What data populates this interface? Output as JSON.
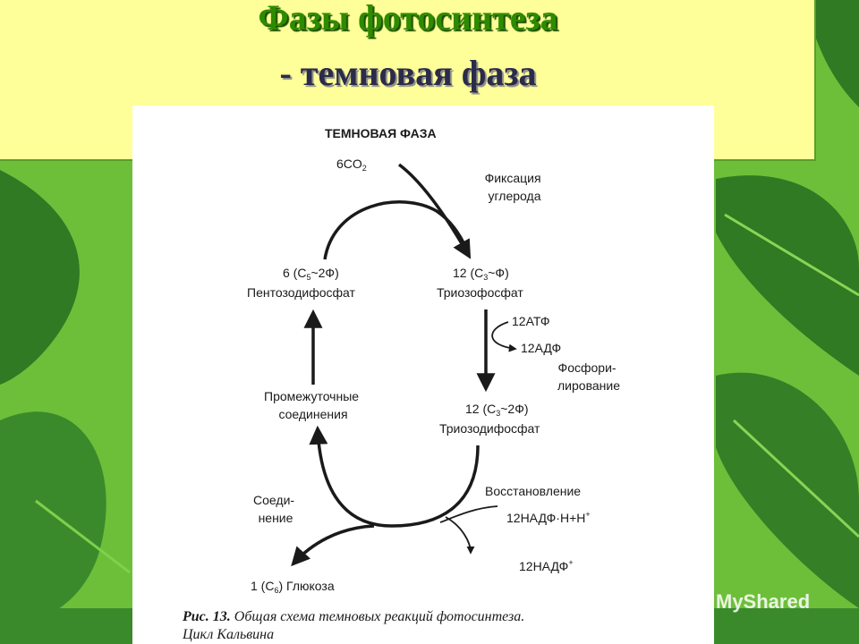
{
  "slide": {
    "title_line1": "Фазы фотосинтеза",
    "title_line2": "- темновая фаза"
  },
  "diagram": {
    "heading": "ТЕМНОВАЯ ФАЗА",
    "co2": "6CO",
    "co2_sub": "2",
    "fixation_1": "Фиксация",
    "fixation_2": "углерода",
    "left_top_a": "6 (C",
    "left_top_sub": "5",
    "left_top_b": "~2Ф)",
    "left_top_name": "Пентозодифосфат",
    "right_top_a": "12 (C",
    "right_top_sub": "3",
    "right_top_b": "~Ф)",
    "right_top_name": "Триозофосфат",
    "atp": "12АТФ",
    "adp": "12АДФ",
    "phos_1": "Фосфори-",
    "phos_2": "лирование",
    "right_mid_a": "12 (C",
    "right_mid_sub": "3",
    "right_mid_b": "~2Ф)",
    "right_mid_name": "Триозодифосфат",
    "inter_1": "Промежуточные",
    "inter_2": "соединения",
    "reduction": "Восстановление",
    "nadph": "12НАДФ·Н+Н",
    "nadph_sup": "+",
    "join_1": "Соеди-",
    "join_2": "нение",
    "nadp": "12НАДФ",
    "nadp_sup": "+",
    "glucose_a": "1 (C",
    "glucose_sub": "6",
    "glucose_b": ") Глюкоза"
  },
  "caption": {
    "label": "Рис. 13.",
    "text_1": " Общая схема темновых реакций фотосинтеза.",
    "text_2": "Цикл Кальвина"
  },
  "watermark": {
    "brand": "MyShared"
  },
  "colors": {
    "title_green": "#2e8b00",
    "title_box": "#ffff99",
    "background_green": "#6dbf3a"
  }
}
